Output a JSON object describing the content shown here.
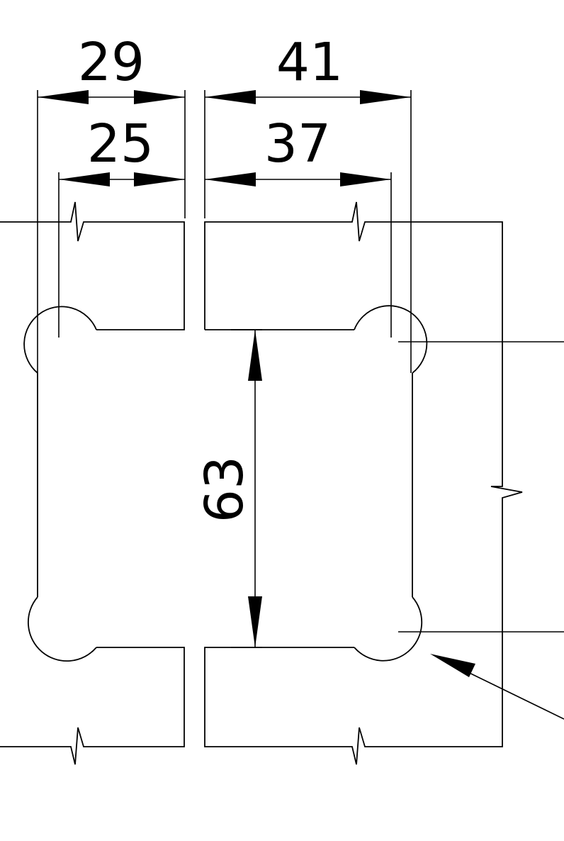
{
  "dimensions": {
    "top_left_outer": "29",
    "top_left_inner": "25",
    "top_right_outer": "41",
    "top_right_inner": "37",
    "vertical_clear": "63"
  },
  "colors": {
    "line": "#000000",
    "background": "#ffffff"
  }
}
